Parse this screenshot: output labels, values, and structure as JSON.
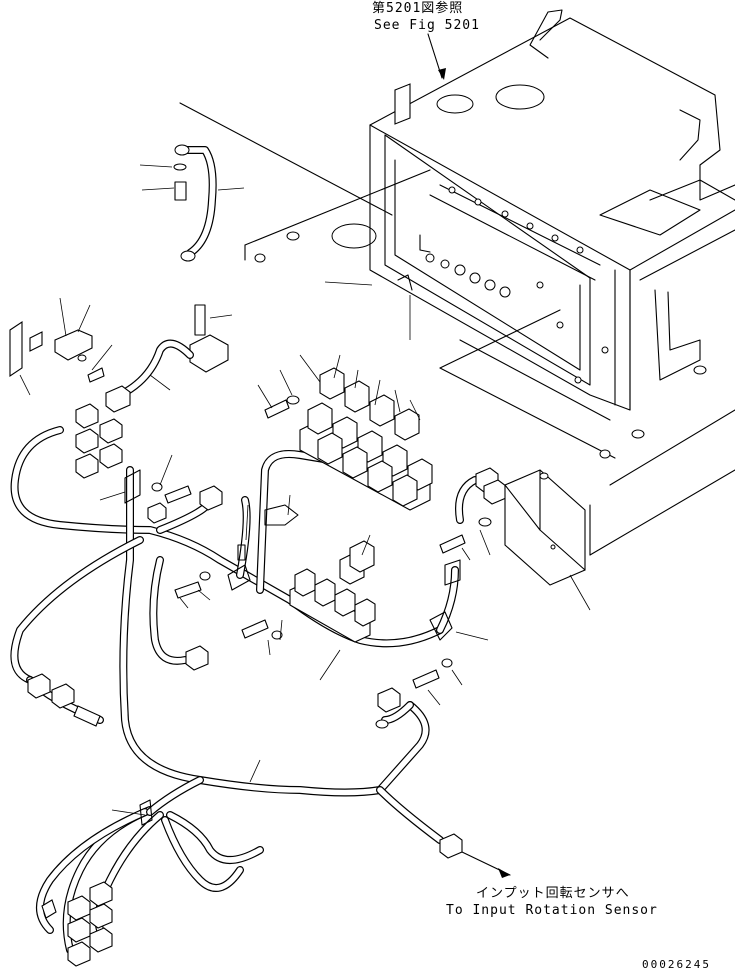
{
  "callout_fig_ref": {
    "jp": "第5201図参照",
    "en": "See Fig 5201"
  },
  "callout_sensor": {
    "jp": "インプット回転センサへ",
    "en": "To Input Rotation Sensor"
  },
  "drawing_number": "00026245"
}
